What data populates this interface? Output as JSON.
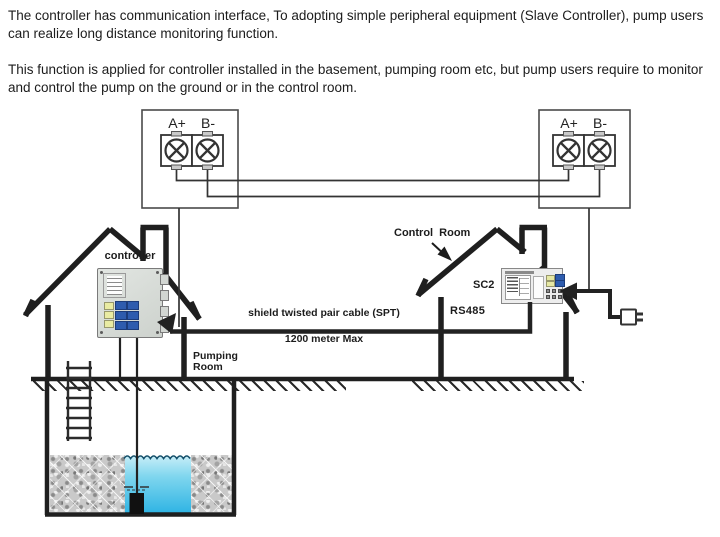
{
  "intro": {
    "paragraph1": "The controller has communication interface, To adopting simple peripheral equipment (Slave Controller), pump users can realize long distance monitoring function.",
    "paragraph2": "This function is applied for controller installed in the basement, pumping room etc, but pump users require to monitor and control the pump on the ground or in the control room."
  },
  "diagram": {
    "left_terminal_block": {
      "terminal_a": "A+",
      "terminal_b": "B-"
    },
    "right_terminal_block": {
      "terminal_a": "A+",
      "terminal_b": "B-"
    },
    "labels": {
      "controller": "controller",
      "control_room": "Control Room",
      "sc2": "SC2",
      "rs485": "RS485",
      "cable": "shield twisted pair cable (SPT)",
      "cable_length": "1200 meter Max",
      "pumping_room_line1": "Pumping",
      "pumping_room_line2": "Room"
    },
    "icons": {
      "screw_terminal": "screw-terminal-icon",
      "power_plug": "power-plug-icon",
      "ladder": "ladder-icon",
      "pump": "pump-icon",
      "arrow": "arrowhead-icon"
    },
    "colors": {
      "line": "#2b2b2b",
      "water_top": "#c3ecf7",
      "water_bottom": "#2fb4e4",
      "device_body": "#d9ddd9",
      "button_blue": "#2e5cae",
      "button_yellow": "#e9eba2",
      "gravel": "#c9c9c9"
    }
  }
}
